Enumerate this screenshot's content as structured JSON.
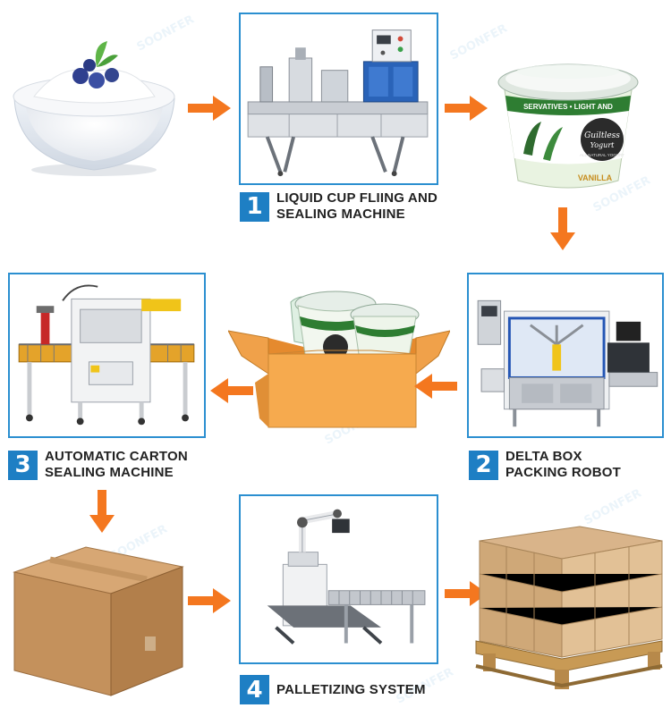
{
  "colors": {
    "accent": "#1e7fc4",
    "frame": "#2b8fd0",
    "arrow": "#f4771f"
  },
  "steps": [
    {
      "number": "1",
      "line1": "LIQUID CUP FLIING AND",
      "line2": "SEALING MACHINE"
    },
    {
      "number": "2",
      "line1": "DELTA BOX",
      "line2": "PACKING ROBOT"
    },
    {
      "number": "3",
      "line1": "AUTOMATIC CARTON",
      "line2": "SEALING MACHINE"
    },
    {
      "number": "4",
      "line1": "PALLETIZING SYSTEM",
      "line2": ""
    }
  ],
  "cup_label": {
    "band": "SERVATIVES • LIGHT AND",
    "brand": "Guiltless",
    "sub": "Yogurt",
    "natural": "ALL NATURAL YOGURT",
    "flavor": "VANILLA"
  },
  "watermark": "SOONFER"
}
